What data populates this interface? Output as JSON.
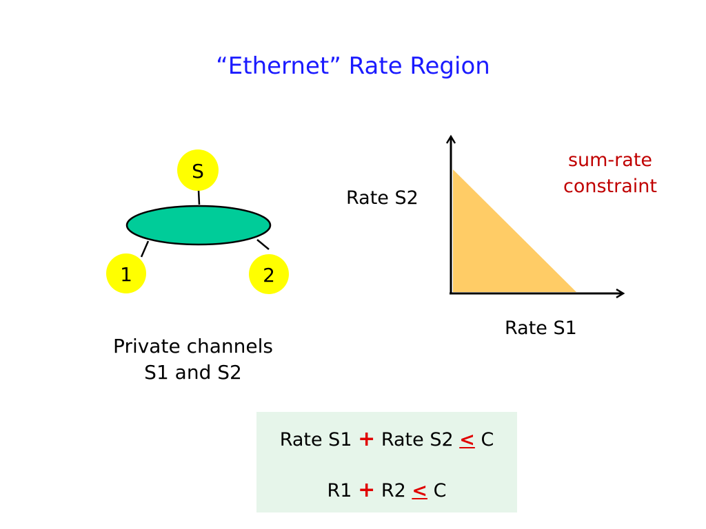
{
  "slide": {
    "title": "“Ethernet” Rate Region"
  },
  "network": {
    "source_label": "S",
    "node1_label": "1",
    "node2_label": "2",
    "caption_line1": "Private channels",
    "caption_line2": "S1 and S2",
    "colors": {
      "node_fill": "#ffff00",
      "channel_fill": "#00cc99"
    }
  },
  "rate_plot": {
    "y_label": "Rate S2",
    "x_label": "Rate S1",
    "constraint_line1": "sum-rate",
    "constraint_line2": "constraint",
    "colors": {
      "region_fill": "#ffcc66",
      "constraint_text": "#c00000"
    }
  },
  "equations": {
    "line1": {
      "left": "Rate S1",
      "op": "+",
      "right": "Rate S2",
      "relation": "<",
      "bound": "C"
    },
    "line2": {
      "left": "R1",
      "op": "+",
      "right": "R2",
      "relation": "<",
      "bound": "C"
    },
    "colors": {
      "box_fill": "#e6f5ea",
      "operator": "#e00000"
    }
  }
}
